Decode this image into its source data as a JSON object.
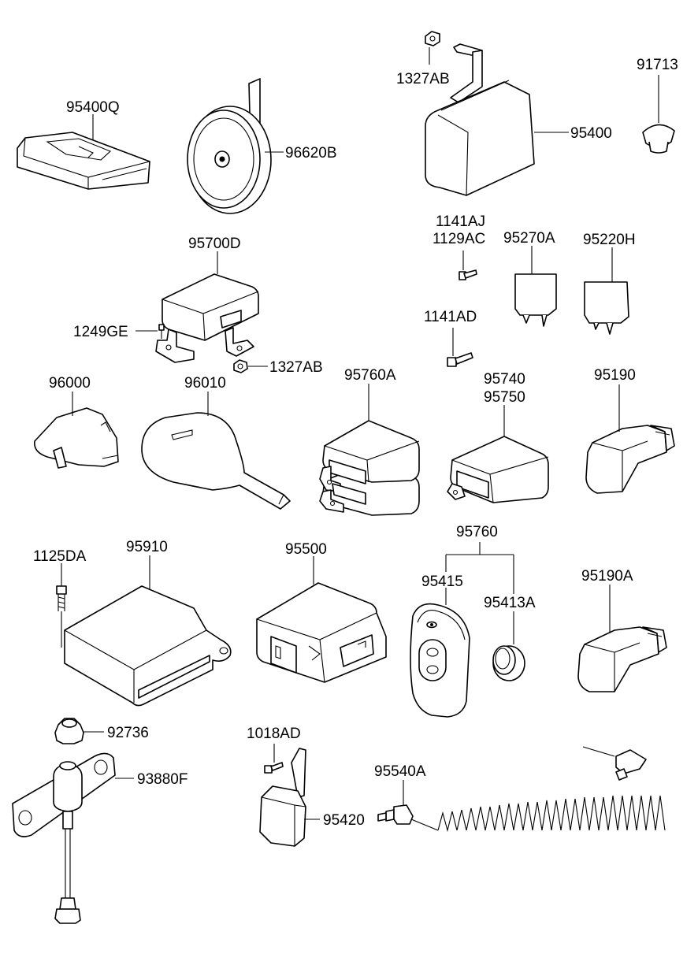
{
  "labels": {
    "p95400Q": "95400Q",
    "p96620B": "96620B",
    "p1327AB_top": "1327AB",
    "p95400": "95400",
    "p91713": "91713",
    "p1141AJ": "1141AJ",
    "p1129AC": "1129AC",
    "p95270A": "95270A",
    "p95220H": "95220H",
    "p1141AD": "1141AD",
    "p95700D": "95700D",
    "p1249GE": "1249GE",
    "p1327AB_mid": "1327AB",
    "p96000": "96000",
    "p96010": "96010",
    "p95760A": "95760A",
    "p95740": "95740",
    "p95750": "95750",
    "p95190": "95190",
    "p1125DA": "1125DA",
    "p95910": "95910",
    "p95500": "95500",
    "p95760": "95760",
    "p95415": "95415",
    "p95413A": "95413A",
    "p95190A": "95190A",
    "p92736": "92736",
    "p93880F": "93880F",
    "p1018AD": "1018AD",
    "p95420": "95420",
    "p95540A": "95540A"
  }
}
